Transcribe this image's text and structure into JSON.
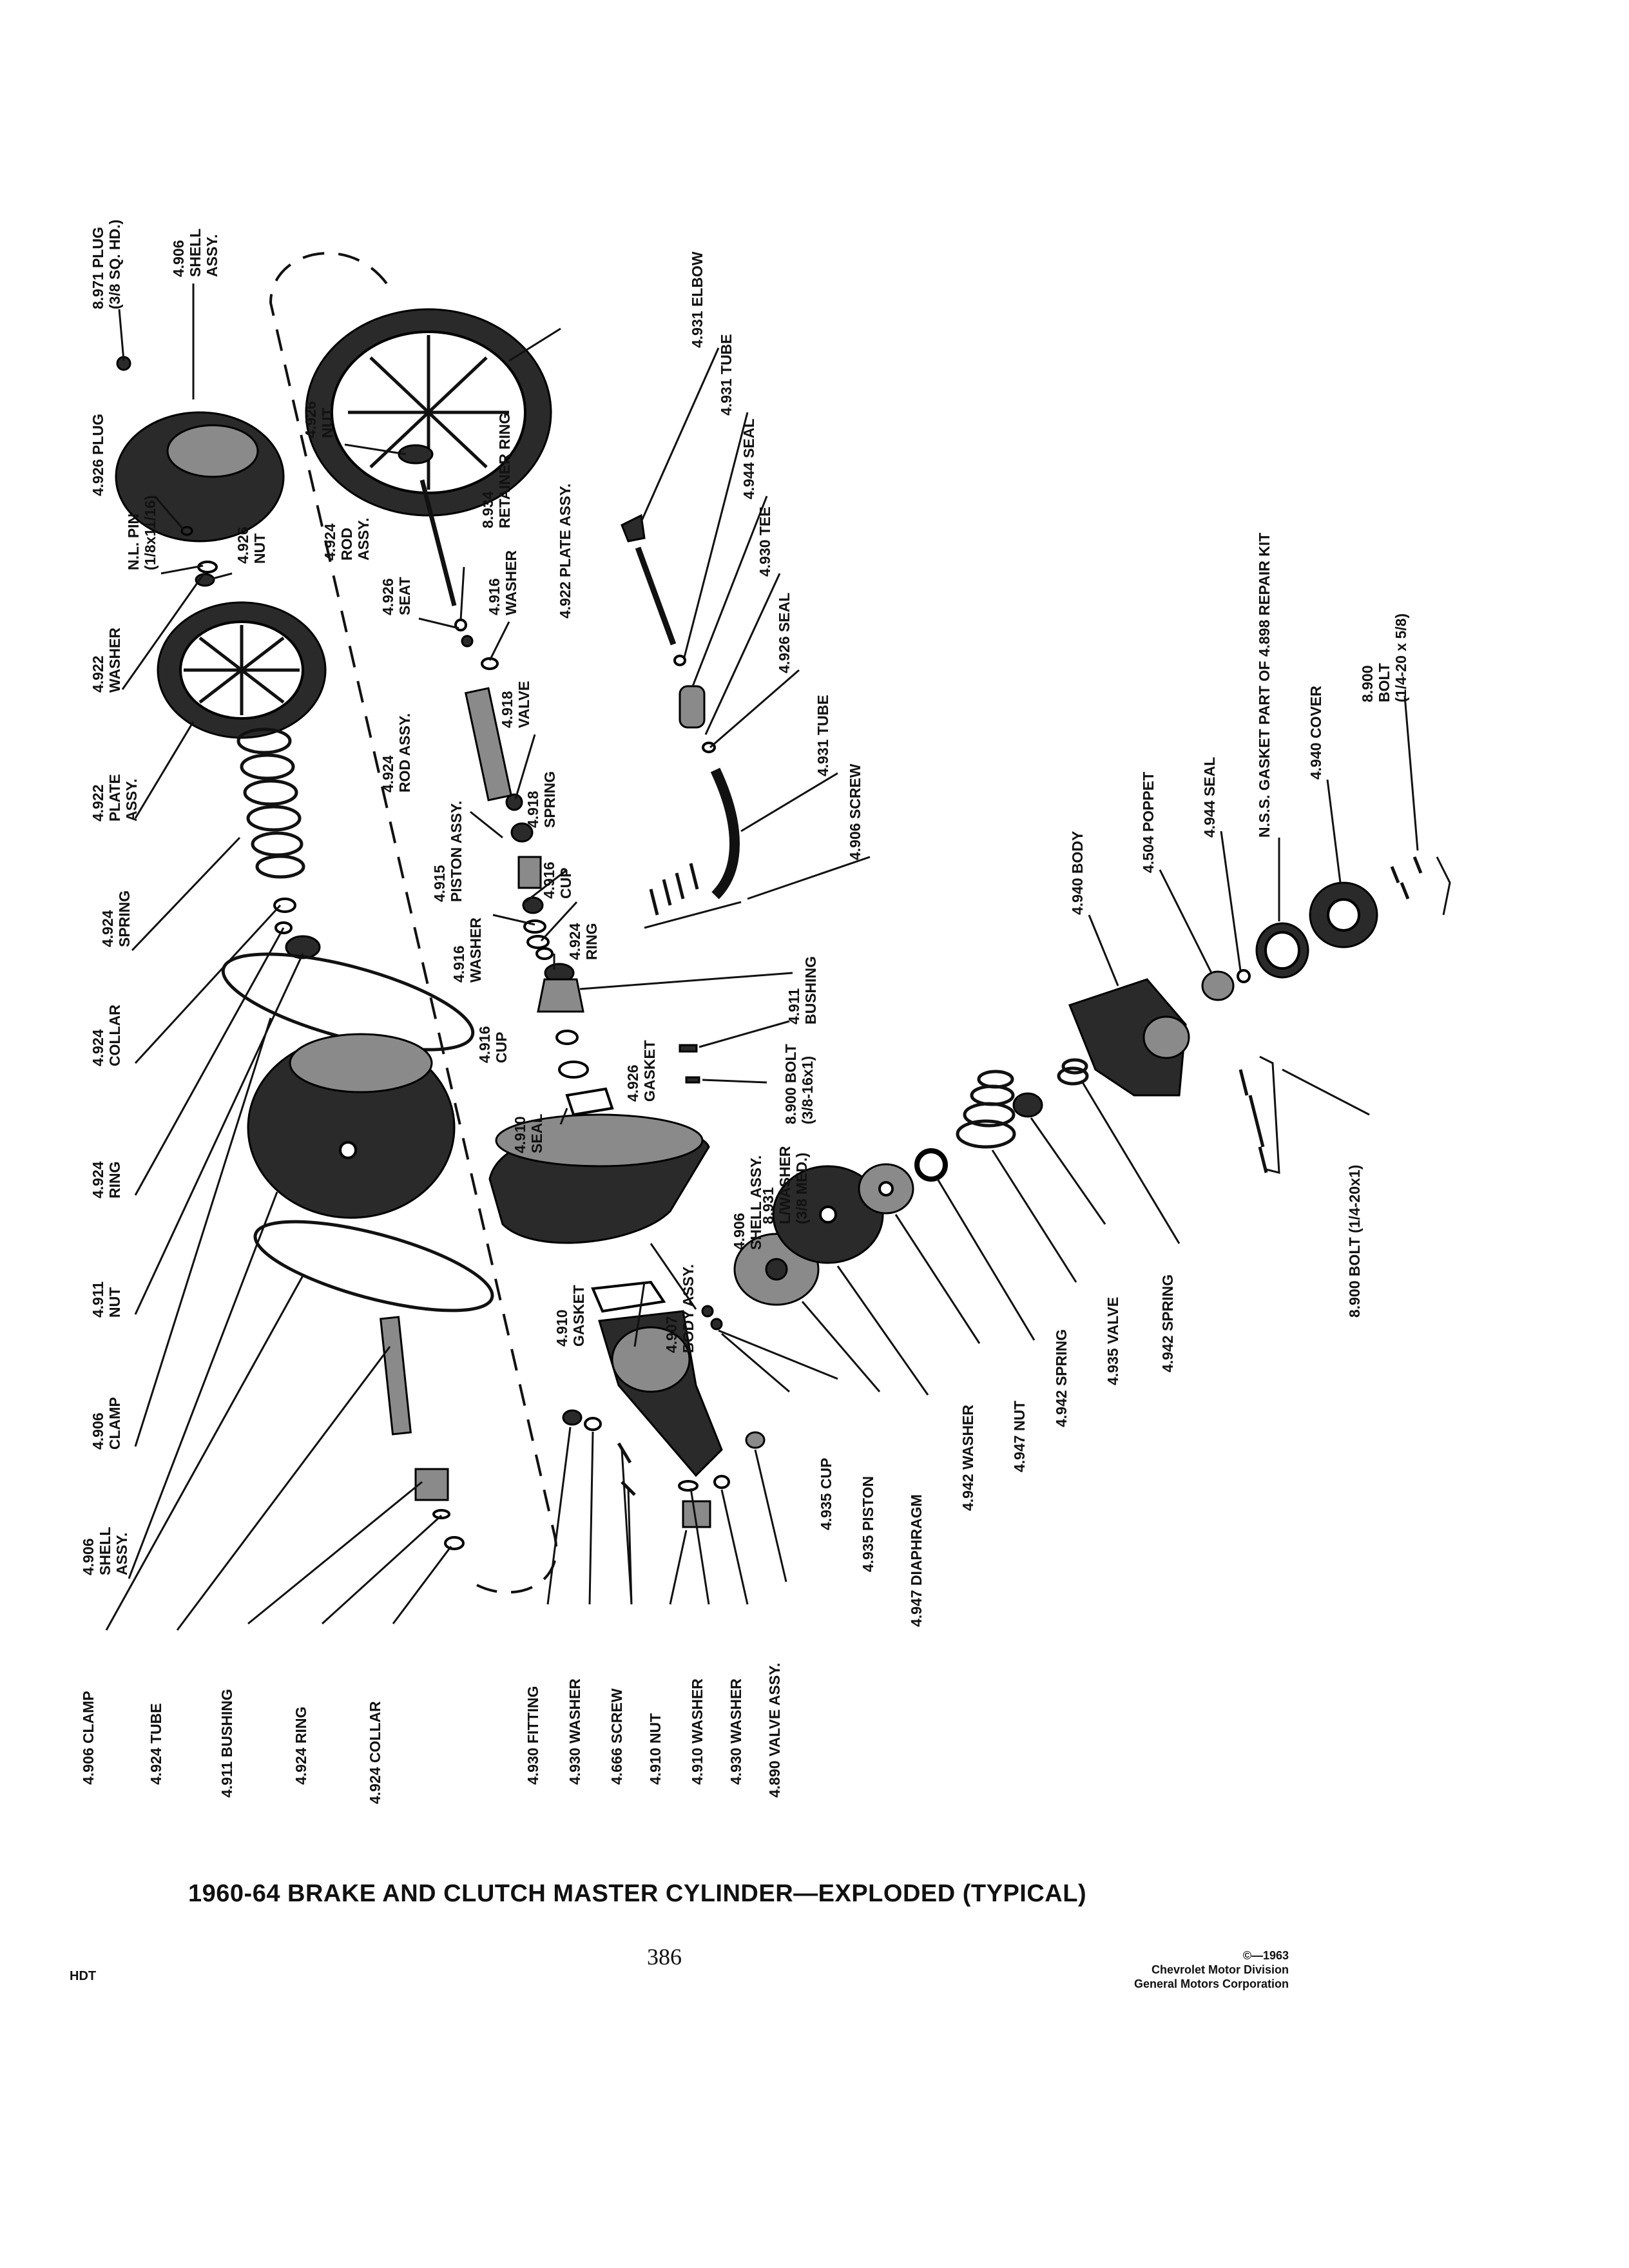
{
  "title": "1960-64 BRAKE AND CLUTCH MASTER CYLINDER—EXPLODED (TYPICAL)",
  "page_number": "386",
  "footer_code": "HDT",
  "copyright": {
    "line1": "©—1963",
    "line2": "Chevrolet Motor Division",
    "line3": "General Motors Corporation"
  },
  "callouts": {
    "c01": [
      "8.971 PLUG",
      "(3/8 SQ. HD.)"
    ],
    "c02": [
      "4.906",
      "SHELL",
      "ASSY."
    ],
    "c03": [
      "4.926 PLUG"
    ],
    "c04": [
      "N.L. PIN",
      "(1/8x11/16)"
    ],
    "c05": [
      "4.926",
      "NUT"
    ],
    "c06": [
      "4.922",
      "WASHER"
    ],
    "c07": [
      "4.922",
      "PLATE",
      "ASSY."
    ],
    "c08": [
      "4.924",
      "SPRING"
    ],
    "c09": [
      "4.924",
      "COLLAR"
    ],
    "c10": [
      "4.924",
      "RING"
    ],
    "c11": [
      "4.911",
      "NUT"
    ],
    "c12": [
      "4.906",
      "CLAMP"
    ],
    "c13": [
      "4.906",
      "SHELL",
      "ASSY."
    ],
    "c14": [
      "4.906 CLAMP"
    ],
    "c15": [
      "4.924 TUBE"
    ],
    "c16": [
      "4.911 BUSHING"
    ],
    "c17": [
      "4.924 RING"
    ],
    "c18": [
      "4.924 COLLAR"
    ],
    "c19": [
      "4.926",
      "NUT"
    ],
    "c20": [
      "4.924",
      "ROD",
      "ASSY."
    ],
    "c21": [
      "8.934",
      "RETAINER RING"
    ],
    "c22": [
      "4.922 PLATE ASSY."
    ],
    "c23": [
      "4.926",
      "SEAT"
    ],
    "c24": [
      "4.916",
      "WASHER"
    ],
    "c25": [
      "4.918",
      "VALVE"
    ],
    "c26": [
      "4.924",
      "ROD ASSY."
    ],
    "c27": [
      "4.918",
      "SPRING"
    ],
    "c28": [
      "4.915",
      "PISTON ASSY."
    ],
    "c29": [
      "4.916",
      "CUP"
    ],
    "c30": [
      "4.916",
      "WASHER"
    ],
    "c31": [
      "4.924",
      "RING"
    ],
    "c32": [
      "4.916",
      "CUP"
    ],
    "c33": [
      "4.911",
      "BUSHING"
    ],
    "c34": [
      "8.900 BOLT",
      "(3/8-16x1)"
    ],
    "c35": [
      "4.910",
      "SEAL"
    ],
    "c36": [
      "4.926",
      "GASKET"
    ],
    "c37": [
      "8.931",
      "L/WASHER",
      "(3/8 MED.)"
    ],
    "c38": [
      "4.906",
      "SHELL ASSY."
    ],
    "c39": [
      "4.907",
      "BODY ASSY."
    ],
    "c40": [
      "4.910",
      "GASKET"
    ],
    "c41": [
      "4.931 ELBOW"
    ],
    "c42": [
      "4.931 TUBE"
    ],
    "c43": [
      "4.944 SEAL"
    ],
    "c44": [
      "4.930 TEE"
    ],
    "c45": [
      "4.926 SEAL"
    ],
    "c46": [
      "4.931 TUBE"
    ],
    "c47": [
      "4.906 SCREW"
    ],
    "c48": [
      "4.940 BODY"
    ],
    "c49": [
      "4.504 POPPET"
    ],
    "c50": [
      "4.944 SEAL"
    ],
    "c51": [
      "N.S.S. GASKET PART OF 4.898 REPAIR KIT"
    ],
    "c52": [
      "4.940 COVER"
    ],
    "c53": [
      "8.900",
      "BOLT",
      "(1/4-20 x 5/8)"
    ],
    "c54": [
      "8.900 BOLT (1/4-20x1)"
    ],
    "c55": [
      "4.935 CUP"
    ],
    "c56": [
      "4.935 PISTON"
    ],
    "c57": [
      "4.947 DIAPHRAGM"
    ],
    "c58": [
      "4.942 WASHER"
    ],
    "c59": [
      "4.947 NUT"
    ],
    "c60": [
      "4.942 SPRING"
    ],
    "c61": [
      "4.935 VALVE"
    ],
    "c62": [
      "4.942 SPRING"
    ],
    "c63": [
      "4.930 FITTING"
    ],
    "c64": [
      "4.930 WASHER"
    ],
    "c65": [
      "4.666 SCREW"
    ],
    "c66": [
      "4.910 NUT"
    ],
    "c67": [
      "4.910 WASHER"
    ],
    "c68": [
      "4.930 WASHER"
    ],
    "c69": [
      "4.890 VALVE ASSY."
    ]
  }
}
